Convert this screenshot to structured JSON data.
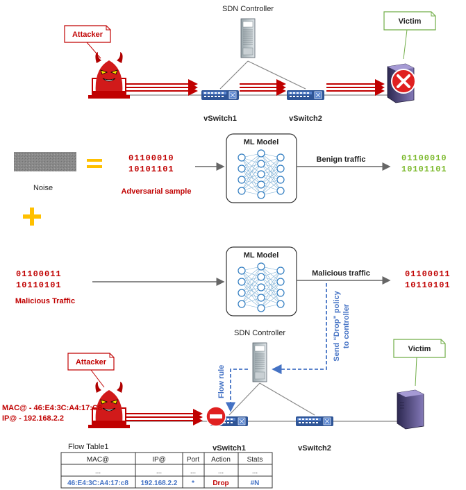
{
  "top": {
    "controller_label": "SDN Controller",
    "attacker_label": "Attacker",
    "victim_label": "Victim",
    "switch1_label": "vSwitch1",
    "switch2_label": "vSwitch2"
  },
  "middle": {
    "noise_label": "Noise",
    "adv_bits_1": "01100010",
    "adv_bits_2": "10101101",
    "adv_label": "Adversarial sample",
    "model_label": "ML Model",
    "benign_label": "Benign traffic",
    "benign_bits_1": "01100010",
    "benign_bits_2": "10101101"
  },
  "third": {
    "mal_bits_1": "01100011",
    "mal_bits_2": "10110101",
    "mal_label": "Malicious Traffic",
    "model_label": "ML Model",
    "out_label": "Malicious traffic",
    "out_bits_1": "01100011",
    "out_bits_2": "10110101",
    "policy_label_1": "Send “Drop” policy",
    "policy_label_2": "to controller"
  },
  "bottom": {
    "controller_label": "SDN Controller",
    "attacker_label": "Attacker",
    "victim_label": "Victim",
    "flow_rule_label": "Flow rule",
    "mac_label": "MAC@ - 46:E4:3C:A4:17:C8",
    "ip_label": "IP@ - 192.168.2.2",
    "switch1_label": "vSwitch1",
    "switch2_label": "vSwitch2"
  },
  "flow_table": {
    "title": "Flow Table1",
    "headers": [
      "MAC@",
      "IP@",
      "Port",
      "Action",
      "Stats"
    ],
    "dots": [
      "...",
      "...",
      "...",
      "...",
      "..."
    ],
    "row": [
      "46:E4:3C:A4:17:c8",
      "192.168.2.2",
      "*",
      "Drop",
      "#N"
    ]
  },
  "colors": {
    "red": "#c00000",
    "blue": "#4472c4",
    "green": "#7ab829",
    "orange": "#ffc000"
  }
}
